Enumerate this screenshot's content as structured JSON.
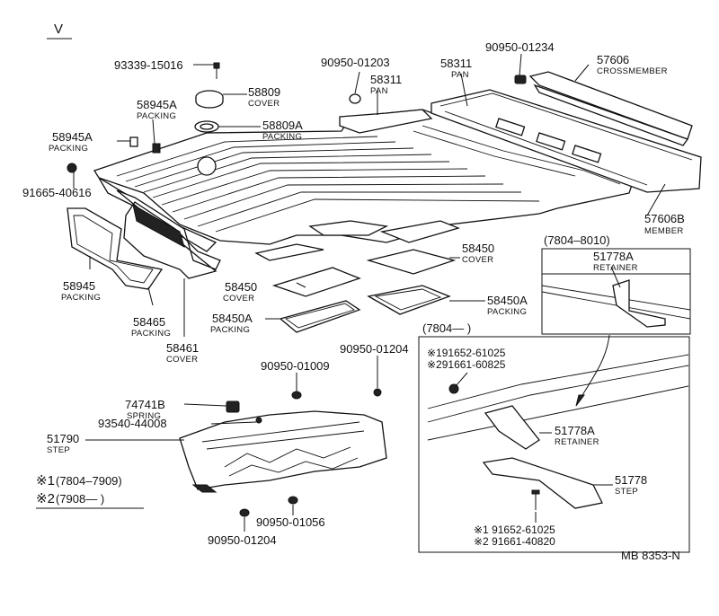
{
  "section_letter": "V",
  "diagram_ref": "MB 8353-N",
  "range_box_right_label": "(7804–8010)",
  "range_box_lower_label": "(7804—      )",
  "legend": [
    {
      "mark": "※1",
      "text": "(7804–7909)"
    },
    {
      "mark": "※2",
      "text": "(7908—        )"
    }
  ],
  "callouts": [
    {
      "id": "c93339",
      "part_no": "93339-15016",
      "name": ""
    },
    {
      "id": "c58809",
      "part_no": "58809",
      "name": "COVER"
    },
    {
      "id": "c58945A_1",
      "part_no": "58945A",
      "name": "PACKING"
    },
    {
      "id": "c58809A",
      "part_no": "58809A",
      "name": "PACKING"
    },
    {
      "id": "c58945A_2",
      "part_no": "58945A",
      "name": "PACKING"
    },
    {
      "id": "c91665",
      "part_no": "91665-40616",
      "name": ""
    },
    {
      "id": "c90950_01203",
      "part_no": "90950-01203",
      "name": ""
    },
    {
      "id": "c58311_a",
      "part_no": "58311",
      "name": "PAN"
    },
    {
      "id": "c58311_b",
      "part_no": "58311",
      "name": "PAN"
    },
    {
      "id": "c90950_01234",
      "part_no": "90950-01234",
      "name": ""
    },
    {
      "id": "c57606",
      "part_no": "57606",
      "name": "CROSSMEMBER"
    },
    {
      "id": "c57606B",
      "part_no": "57606B",
      "name": "MEMBER"
    },
    {
      "id": "c58450_r",
      "part_no": "58450",
      "name": "COVER"
    },
    {
      "id": "c58450_l",
      "part_no": "58450",
      "name": "COVER"
    },
    {
      "id": "c58450A_r",
      "part_no": "58450A",
      "name": "PACKING"
    },
    {
      "id": "c58450A_l",
      "part_no": "58450A",
      "name": "PACKING"
    },
    {
      "id": "c58945",
      "part_no": "58945",
      "name": "PACKING"
    },
    {
      "id": "c58465",
      "part_no": "58465",
      "name": "PACKING"
    },
    {
      "id": "c58461",
      "part_no": "58461",
      "name": "COVER"
    },
    {
      "id": "c90950_01009",
      "part_no": "90950-01009",
      "name": ""
    },
    {
      "id": "c90950_01204_t",
      "part_no": "90950-01204",
      "name": ""
    },
    {
      "id": "c74741B",
      "part_no": "74741B",
      "name": "SPRING"
    },
    {
      "id": "c93540",
      "part_no": "93540-44008",
      "name": ""
    },
    {
      "id": "c51790",
      "part_no": "51790",
      "name": "STEP"
    },
    {
      "id": "c90950_01056",
      "part_no": "90950-01056",
      "name": ""
    },
    {
      "id": "c90950_01204_b",
      "part_no": "90950-01204",
      "name": ""
    },
    {
      "id": "c51778A_top",
      "part_no": "51778A",
      "name": "RETAINER"
    },
    {
      "id": "c51778A_box",
      "part_no": "51778A",
      "name": "RETAINER"
    },
    {
      "id": "c51778",
      "part_no": "51778",
      "name": "STEP"
    }
  ],
  "bolt_refs_top": [
    "※191652-61025",
    "※291661-60825"
  ],
  "bolt_refs_bottom": [
    "※1 91652-61025",
    "※2 91661-40820"
  ]
}
